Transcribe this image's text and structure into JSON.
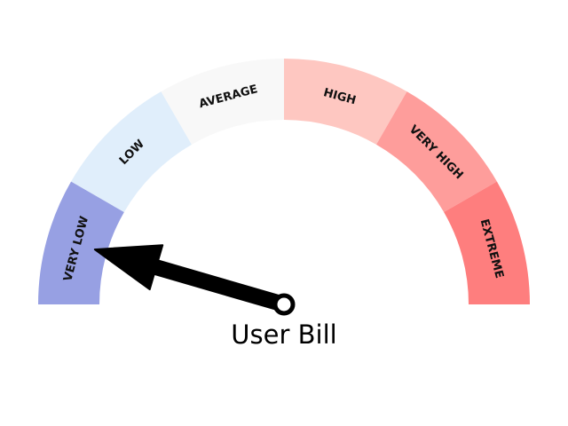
{
  "chart_data": {
    "type": "gauge",
    "title": "User Bill",
    "bands": [
      {
        "label": "VERY LOW",
        "color": "#97a0e3"
      },
      {
        "label": "LOW",
        "color": "#e0eefb"
      },
      {
        "label": "AVERAGE",
        "color": "#f8f8f8"
      },
      {
        "label": "HIGH",
        "color": "#fec7c1"
      },
      {
        "label": "VERY HIGH",
        "color": "#fe9d9b"
      },
      {
        "label": "EXTREME",
        "color": "#fe7e7e"
      }
    ],
    "pointer": {
      "band": "VERY LOW",
      "position_fraction": 0.09,
      "color": "#000000"
    }
  }
}
